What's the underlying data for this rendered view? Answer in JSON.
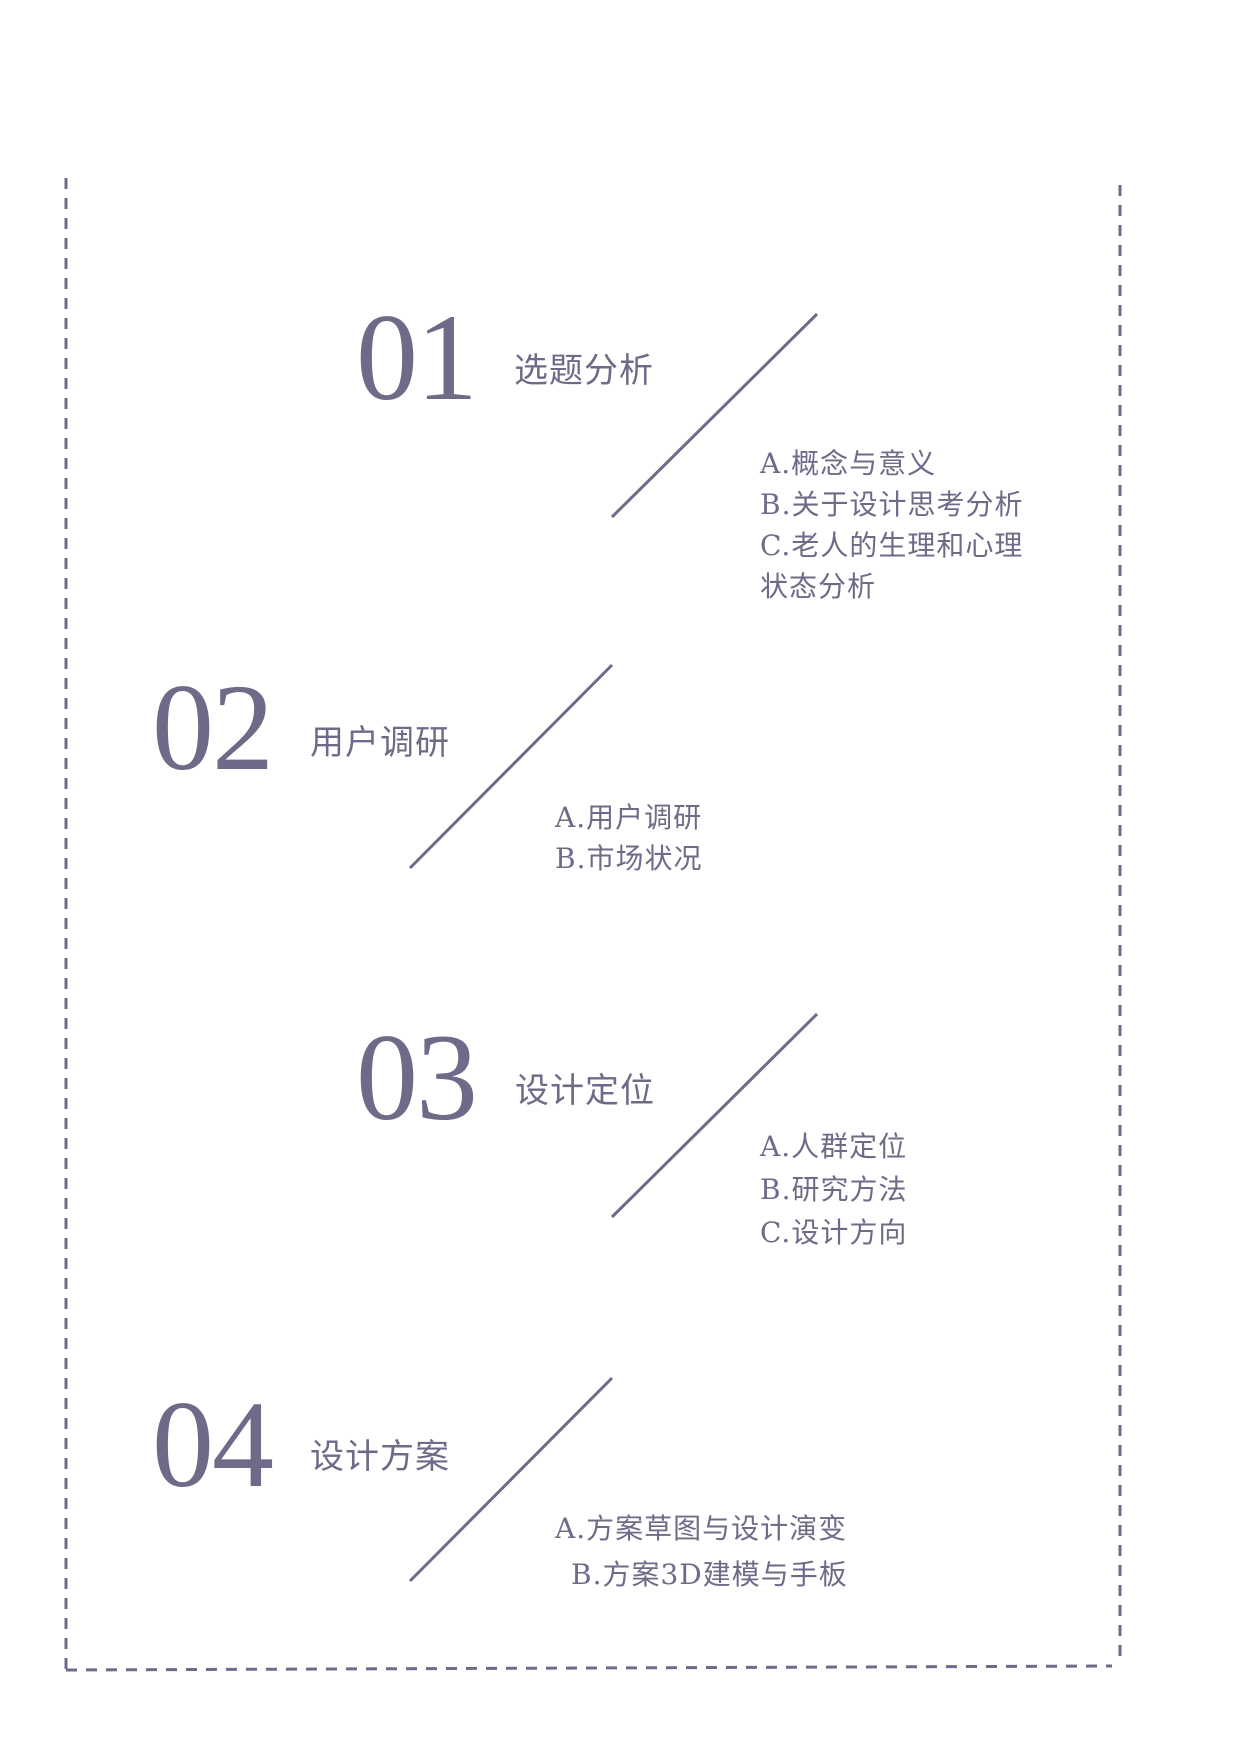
{
  "colors": {
    "accent": "#6e6b88",
    "background": "#ffffff"
  },
  "sections": [
    {
      "number": "01",
      "title": "选题分析",
      "items": [
        "A.概念与意义",
        "B.关于设计思考分析",
        "C.老人的生理和心理",
        "状态分析"
      ]
    },
    {
      "number": "02",
      "title": "用户调研",
      "items": [
        "A.用户调研",
        "B.市场状况"
      ]
    },
    {
      "number": "03",
      "title": "设计定位",
      "items": [
        "A.人群定位",
        "B.研究方法",
        "C.设计方向"
      ]
    },
    {
      "number": "04",
      "title": "设计方案",
      "items": [
        "A.方案草图与设计演变",
        "B.方案3D建模与手板"
      ]
    }
  ]
}
